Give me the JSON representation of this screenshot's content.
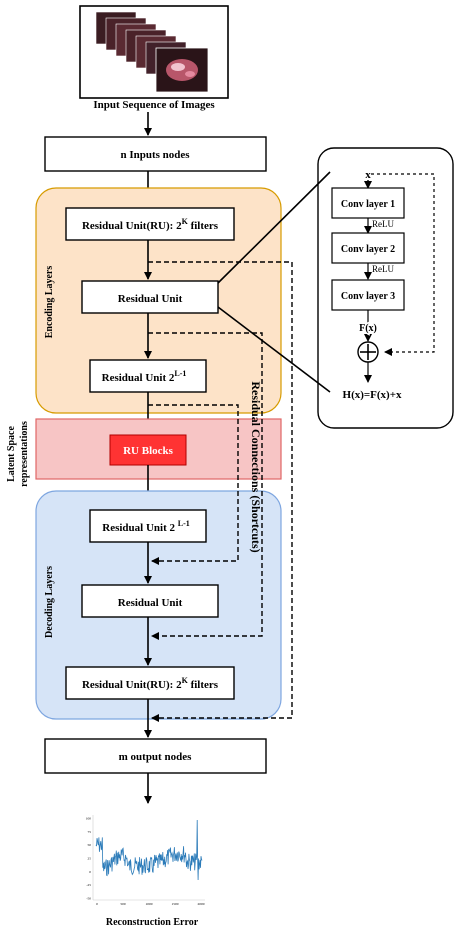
{
  "input": {
    "caption": "Input Sequence of Images"
  },
  "inputs_node": {
    "label": "n Inputs nodes"
  },
  "encoding": {
    "title": "Encoding Layers",
    "ru_first_prefix": "Residual Unit(RU): 2",
    "ru_first_exp": "K",
    "ru_first_suffix": " filters",
    "ru_middle": "Residual Unit",
    "ru_last_base": "Residual Unit 2",
    "ru_last_exp": "L-1"
  },
  "latent": {
    "title_line1": "Latent Space",
    "title_line2": "representations",
    "block_label": "RU Blocks"
  },
  "decoding": {
    "title": "Decoding Layers",
    "ru_first_base": "Residual Unit 2 ",
    "ru_first_exp": "L-1",
    "ru_middle": "Residual Unit",
    "ru_last_prefix": "Residual Unit(RU): 2",
    "ru_last_exp": "K",
    "ru_last_suffix": " filters"
  },
  "shortcuts_label": "Residual Connections (Shortcuts)",
  "output_node": {
    "label": "m output nodes"
  },
  "residual_detail": {
    "input_var": "x",
    "conv1": "Conv layer 1",
    "relu1": "ReLU",
    "conv2": "Conv layer 2",
    "relu2": "ReLU",
    "conv3": "Conv layer 3",
    "fx": "F(x)",
    "hx": "H(x)=F(x)+x"
  },
  "error_plot": {
    "caption": "Reconstruction Error",
    "line_color": "#2b7bb9",
    "x_ticks": [
      "0",
      "500",
      "1000",
      "1500",
      "2000"
    ],
    "y_ticks": [
      "100",
      "75",
      "50",
      "25",
      "0",
      "-25",
      "-50"
    ]
  },
  "colors": {
    "encoding_fill": "#fde3c8",
    "encoding_stroke": "#d79b00",
    "latent_fill": "#f7c5c5",
    "latent_stroke": "#e06666",
    "decoding_fill": "#d6e4f7",
    "decoding_stroke": "#7ea6e0",
    "ru_block_fill": "#ff3333"
  }
}
